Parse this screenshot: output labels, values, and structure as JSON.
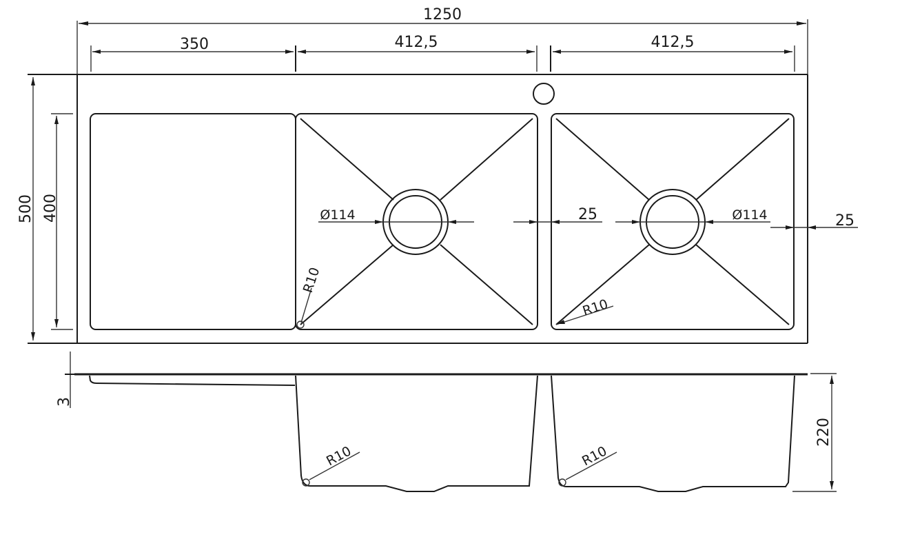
{
  "drawing": {
    "title": "Double bowl kitchen sink with drainboard - technical drawing",
    "views": [
      "top-view",
      "side-view"
    ],
    "colors": {
      "line": "#1a1a1a",
      "background": "#ffffff"
    }
  },
  "dimensions": {
    "overall_width": "1250",
    "drainboard_width": "350",
    "bowl_left_width": "412,5",
    "bowl_right_width": "412,5",
    "overall_depth": "500",
    "bowl_depth": "400",
    "drain_diameter_left": "Ø114",
    "drain_diameter_right": "Ø114",
    "bowl_gap": "25",
    "edge_margin": "25",
    "corner_radius_top_left": "R10",
    "corner_radius_top_right": "R10",
    "corner_radius_side_left": "R10",
    "corner_radius_side_right": "R10",
    "deck_thickness": "3",
    "bowl_height": "220"
  }
}
